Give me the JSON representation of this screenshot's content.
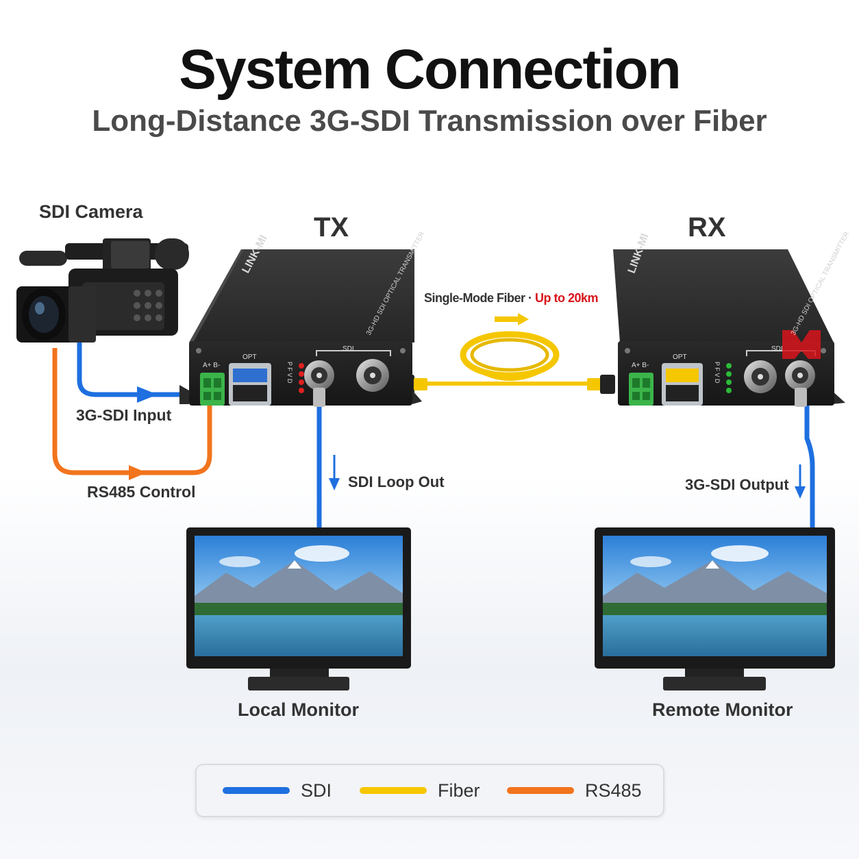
{
  "header": {
    "title": "System Connection",
    "subtitle": "Long-Distance 3G-SDI Transmission over Fiber"
  },
  "devices": {
    "camera": "SDI Camera",
    "tx": "TX",
    "rx": "RX",
    "local_monitor": "Local Monitor",
    "remote_monitor": "Remote Monitor",
    "brand": "LINK-MI",
    "model": "3G-HD SDI OPTICAL TRANSMITTER"
  },
  "ports": {
    "rs485": "A+ B-",
    "opt": "OPT",
    "sdi": "SDI",
    "leds": "P F V D"
  },
  "connections": {
    "sdi_input": "3G-SDI Input",
    "rs485_control": "RS485 Control",
    "sdi_loop_out": "SDI Loop Out",
    "sdi_output": "3G-SDI Output",
    "fiber_prefix": "Single-Mode Fiber · ",
    "fiber_distance": "Up to 20km"
  },
  "legend": [
    {
      "label": "SDI",
      "color": "#1e6fe0"
    },
    {
      "label": "Fiber",
      "color": "#f5c700"
    },
    {
      "label": "RS485",
      "color": "#f2741d"
    }
  ],
  "colors": {
    "sdi": "#1e6fe0",
    "fiber": "#f5c700",
    "rs485": "#f2741d",
    "highlight": "#d8141b"
  }
}
